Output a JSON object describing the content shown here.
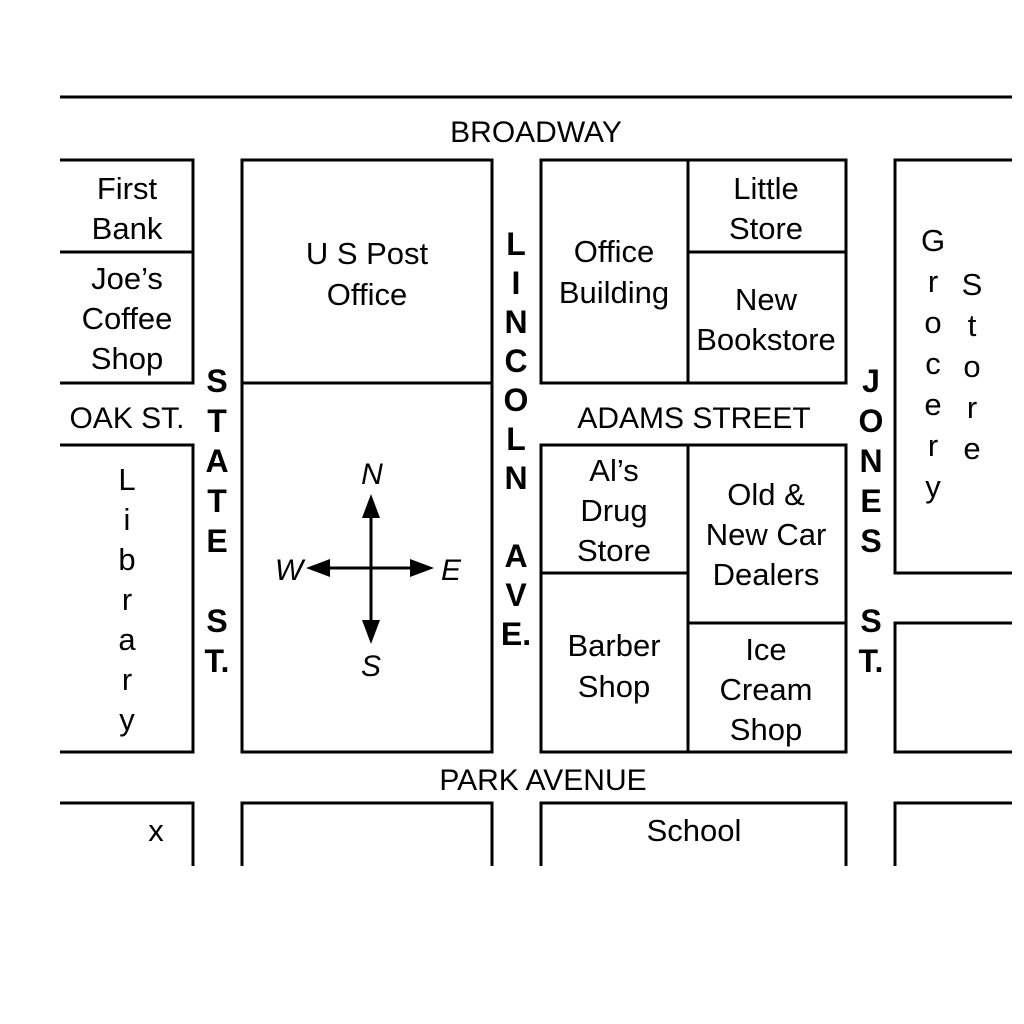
{
  "streets": {
    "broadway": "BROADWAY",
    "oak": "OAK ST.",
    "adams": "ADAMS STREET",
    "park": "PARK AVENUE",
    "state_letters": [
      "S",
      "T",
      "A",
      "T",
      "E",
      "",
      "S",
      "T."
    ],
    "lincoln_letters": [
      "L",
      "I",
      "N",
      "C",
      "O",
      "L",
      "N",
      "",
      "A",
      "V",
      "E."
    ],
    "jones_letters": [
      "J",
      "O",
      "N",
      "E",
      "S",
      "",
      "S",
      "T."
    ]
  },
  "places": {
    "first_bank": [
      "First",
      "Bank"
    ],
    "joes_coffee": [
      "Joe’s",
      "Coffee",
      "Shop"
    ],
    "library_letters": [
      "L",
      "i",
      "b",
      "r",
      "a",
      "r",
      "y"
    ],
    "post_office": [
      "U S Post",
      "Office"
    ],
    "office_building": [
      "Office",
      "Building"
    ],
    "little_store": [
      "Little",
      "Store"
    ],
    "new_bookstore": [
      "New",
      "Bookstore"
    ],
    "grocery_letters": [
      "G",
      "r",
      "o",
      "c",
      "e",
      "r",
      "y"
    ],
    "store_letters": [
      "S",
      "t",
      "o",
      "r",
      "e"
    ],
    "als_drug": [
      "Al’s",
      "Drug",
      "Store"
    ],
    "car_dealers": [
      "Old &",
      "New Car",
      "Dealers"
    ],
    "barber": [
      "Barber",
      "Shop"
    ],
    "ice_cream": [
      "Ice",
      "Cream",
      "Shop"
    ],
    "school": "School",
    "x_marker": "x"
  },
  "compass": {
    "n": "N",
    "s": "S",
    "e": "E",
    "w": "W"
  }
}
